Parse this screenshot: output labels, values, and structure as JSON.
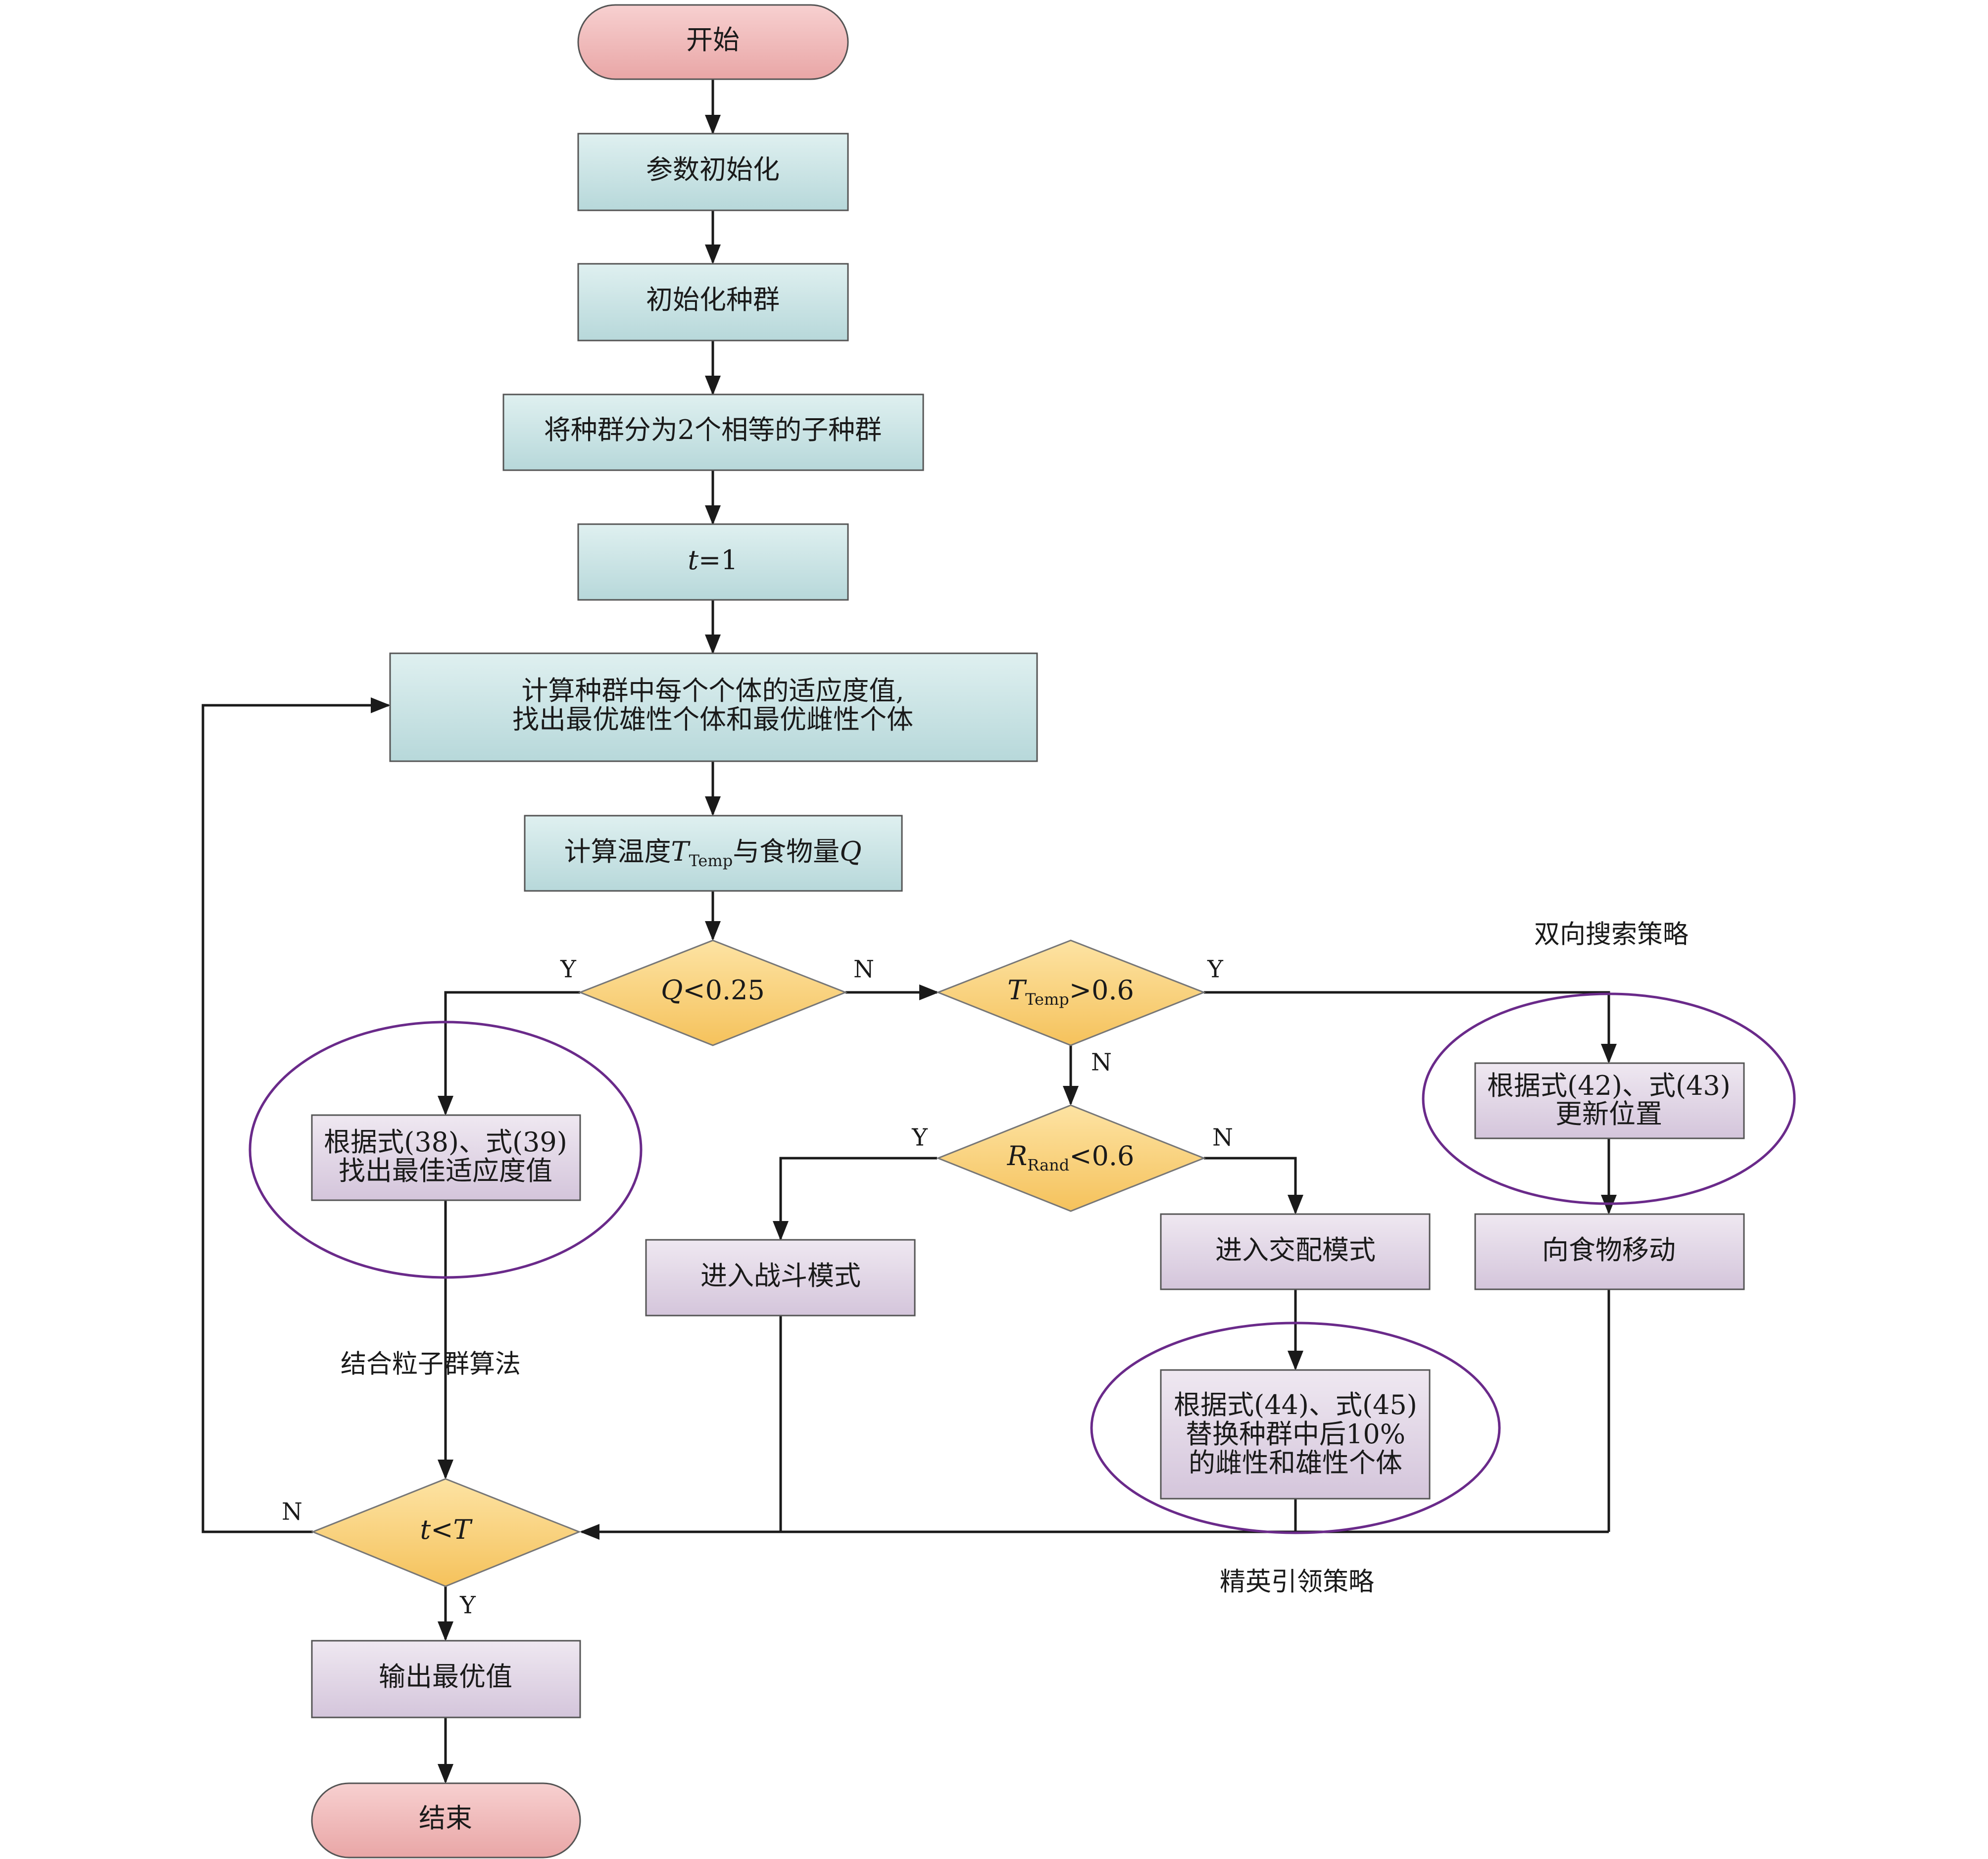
{
  "colors": {
    "terminal_fill": "#f0b6b6",
    "process_fill": "#cfe6e7",
    "decision_fill": "#f8d27a",
    "action_fill": "#e2d8e6",
    "ellipse_stroke": "#6a2a8a",
    "line": "#1a1a1a"
  },
  "nodes": {
    "start": "开始",
    "init_params": "参数初始化",
    "init_pop": "初始化种群",
    "split_pop": "将种群分为2个相等的子种群",
    "t_init": {
      "var": "t",
      "rest": "=1"
    },
    "fitness": {
      "line1": "计算种群中每个个体的适应度值,",
      "line2": "找出最优雄性个体和最优雌性个体"
    },
    "temp_food": {
      "pre": "计算温度",
      "var": "T",
      "sub": "Temp",
      "mid": "与食物量",
      "var2": "Q"
    },
    "q_decision": {
      "var": "Q",
      "rest": "<0.25"
    },
    "temp_decision": {
      "var": "T",
      "sub": "Temp",
      "rest": ">0.6"
    },
    "rand_decision": {
      "var": "R",
      "sub": "Rand",
      "rest": "<0.6"
    },
    "eq38": {
      "line1": "根据式(38)、式(39)",
      "line2": "找出最佳适应度值"
    },
    "eq42": {
      "line1": "根据式(42)、式(43)",
      "line2": "更新位置"
    },
    "move_food": "向食物移动",
    "fight": "进入战斗模式",
    "mate": "进入交配模式",
    "eq44": {
      "line1": "根据式(44)、式(45)",
      "line2": "替换种群中后10%",
      "line3": "的雌性和雄性个体"
    },
    "loop_decision": {
      "var": "t",
      "op": "<",
      "var2": "T"
    },
    "output": "输出最优值",
    "end": "结束"
  },
  "annotations": {
    "pso": "结合粒子群算法",
    "bidirectional": "双向搜索策略",
    "elite": "精英引领策略"
  },
  "branch_labels": {
    "q_yes": "Y",
    "q_no": "N",
    "temp_yes": "Y",
    "temp_no": "N",
    "rand_yes": "Y",
    "rand_no": "N",
    "loop_no": "N",
    "loop_yes": "Y"
  }
}
